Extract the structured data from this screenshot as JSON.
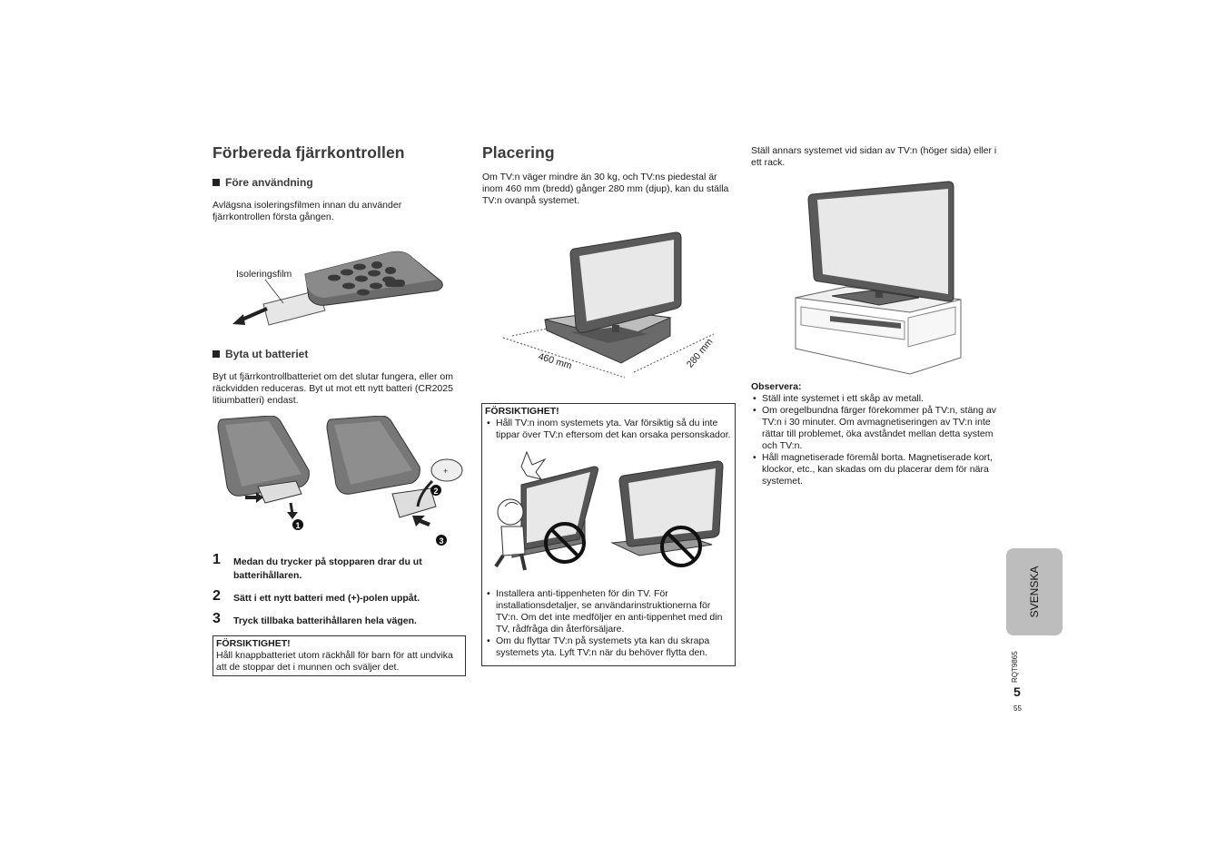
{
  "left": {
    "heading": "Förbereda fjärrkontrollen",
    "sub1": "Före användning",
    "p1": "Avlägsna isoleringsfilmen innan du använder fjärrkontrollen första gången.",
    "film_label": "Isoleringsfilm",
    "sub2": "Byta ut batteriet",
    "p2": "Byt ut fjärrkontrollbatteriet om det slutar fungera, eller om räckvidden reduceras. Byt ut mot ett nytt batteri (CR2025 litiumbatteri) endast.",
    "steps": [
      {
        "num": "1",
        "text": "Medan du trycker på stopparen drar du ut batterihållaren."
      },
      {
        "num": "2",
        "text": "Sätt i ett nytt batteri med (+)-polen uppåt."
      },
      {
        "num": "3",
        "text": "Tryck tillbaka batterihållaren hela vägen."
      }
    ],
    "caution_title": "FÖRSIKTIGHET!",
    "caution_text": "Håll knappbatteriet utom räckhåll för barn för att undvika att de stoppar det i munnen och sväljer det."
  },
  "middle": {
    "heading": "Placering",
    "p1": "Om TV:n väger mindre än 30 kg, och TV:ns piedestal är inom 460 mm (bredd) gånger 280 mm (djup), kan du ställa TV:n ovanpå systemet.",
    "dim_width": "460 mm",
    "dim_depth": "280 mm",
    "caution_title": "FÖRSIKTIGHET!",
    "caution_item1": "Håll TV:n inom systemets yta. Var försiktig så du inte tippar över TV:n eftersom det kan orsaka personskador.",
    "caution_item2": "Installera anti-tippenheten för din TV. För installationsdetaljer, se användarinstruktionerna för TV:n. Om det inte medföljer en anti-tippenhet med din TV, rådfråga din återförsäljare.",
    "caution_item3": "Om du flyttar TV:n på systemets yta kan du skrapa systemets yta. Lyft TV:n när du behöver flytta den."
  },
  "right": {
    "p1": "Ställ annars systemet vid sidan av TV:n (höger sida) eller i ett rack.",
    "note_title": "Observera:",
    "notes": [
      "Ställ inte systemet i ett skåp av metall.",
      "Om oregelbundna färger förekommer på TV:n, stäng av TV:n i 30 minuter. Om avmagnetiseringen av TV:n inte rättar till problemet, öka avståndet mellan detta system och TV:n.",
      "Håll magnetiserade föremål borta. Magnetiserade kort, klockor, etc., kan skadas om du placerar dem för nära systemet."
    ]
  },
  "tab_label": "SVENSKA",
  "model_code": "RQT9865",
  "page_number": "5",
  "page_number_small": "55"
}
